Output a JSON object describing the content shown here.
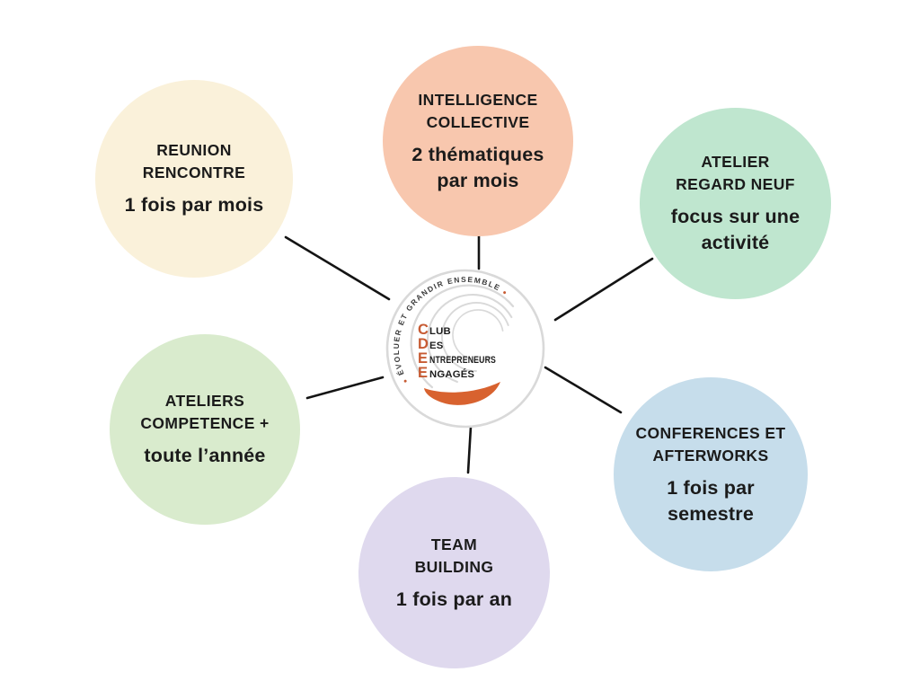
{
  "background": "#ffffff",
  "line_color": "#141414",
  "nodes": [
    {
      "id": "reunion-rencontre",
      "title": "REUNION\nRENCONTRE",
      "subtitle": "1 fois par mois",
      "color": "#FAF1DA"
    },
    {
      "id": "intelligence-collective",
      "title": "INTELLIGENCE\nCOLLECTIVE",
      "subtitle": "2 thématiques\npar mois",
      "color": "#F8C7AE"
    },
    {
      "id": "atelier-regard-neuf",
      "title": "ATELIER\nREGARD NEUF",
      "subtitle": "focus sur une\nactivité",
      "color": "#BFE6CF"
    },
    {
      "id": "ateliers-competence",
      "title": "ATELIERS\nCOMPETENCE +",
      "subtitle": "toute l’année",
      "color": "#D9EBCD"
    },
    {
      "id": "team-building",
      "title": "TEAM\nBUILDING",
      "subtitle": "1 fois par an",
      "color": "#DFD9EE"
    },
    {
      "id": "conferences-afterworks",
      "title": "CONFERENCES ET\nAFTERWORKS",
      "subtitle": "1 fois par\nsemestre",
      "color": "#C6DDEB"
    }
  ],
  "logo": {
    "tagline": " ÉVOLUER ET GRANDIR ENSEMBLE ",
    "dot": "●",
    "name_lines": [
      {
        "initial": "C",
        "rest": "LUB"
      },
      {
        "initial": "D",
        "rest": "ES"
      },
      {
        "initial": "E",
        "rest": "NTREPRENEURS"
      },
      {
        "initial": "E",
        "rest": "NGAGÉS"
      }
    ],
    "accent": "#C75B33",
    "swoosh": "#D8622F",
    "ring_color": "#D9D9D9"
  }
}
